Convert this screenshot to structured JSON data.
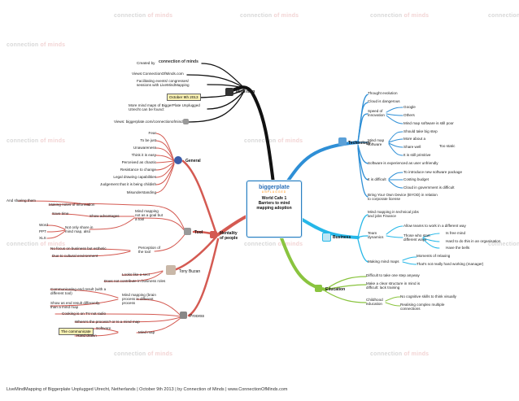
{
  "watermark": {
    "text_a": "connection",
    "text_b": "of minds"
  },
  "center": {
    "logo": "biggerplate",
    "logo_sub": "UNPLUGGED",
    "title1": "World Cafe 1",
    "title2": "Barriers to mind",
    "title3": "mapping adoption"
  },
  "branches": {
    "mindmap": "Mind map",
    "technology": "Technology",
    "business": "Business",
    "education": "Education",
    "general": "General",
    "mentality1": "Mentality",
    "mentality2": "of people",
    "tool": "Tool",
    "tonybuzan": "Tony Buzan",
    "process": "Process"
  },
  "mindmap_items": {
    "created_by": "Created by",
    "logo": "connection of minds",
    "views": "Views:ConnectionOfMinds.com",
    "facilitating1": "Facilitating events/ congresses/",
    "facilitating2": "sessions with LiveMindMapping",
    "date": "October 9th 2013",
    "more1": "More mind maps of BiggerPlate Unplugged",
    "more2": "Utrecht can be found:",
    "views2": "Views: biggerplate.com/connectionofminds"
  },
  "general_items": [
    "Fear",
    "To be just",
    "Unawareness",
    "Think it is easy",
    "Perceived as chaotic",
    "Resistance to change",
    "Legal drawing capabilities",
    "Judgement that it is being childish",
    "Misunderstanding"
  ],
  "tool_items": {
    "andsharing": "And sharing them",
    "making": "Making notes of information",
    "savetime": "Save time",
    "showadv": "Show advantages",
    "notall1": "Mind mapping",
    "notall2": "not as a goal but",
    "notall3": "a tool",
    "word": "Word",
    "ppt": "PPT",
    "xls": "XLS",
    "notonly1": "Not only share in",
    "notonly2": "mind map, also",
    "nofocus": "No focus on business but esthetic",
    "culture": "Due to cultural environment",
    "perception1": "Perception of",
    "perception2": "the tool"
  },
  "buzan_items": {
    "looks": "Looks like a sect",
    "doesnot": "Does not contribute in business roles"
  },
  "process_items": {
    "comm1": "Communicating end result (with a",
    "comm2": "different tool)",
    "show1": "Show as end result differently,",
    "show2": "than a mind map",
    "cooking": "Cooking is on TV not radio",
    "where": "Where's the process? or Is a mind map",
    "mmp1": "Mind mapping (brain",
    "mmp2": "process is different",
    "mmp3": "process",
    "communicate": "The communicate",
    "software": "Software",
    "handdrawn": "Hand drawn",
    "mindmap": "Mind map"
  },
  "technology_items": {
    "evolution": "Thought evolution",
    "cloud": "Cloud is dangerous",
    "speed1": "Speed of",
    "speed2": "innovation",
    "google": "Google",
    "others": "Others",
    "mms": "Mind map software is still poor",
    "should": "Should take big step",
    "mmsw1": "Mind map",
    "mmsw2": "software",
    "moreabout": "More about a",
    "sharewell": "Share well",
    "toostatic": "Too static",
    "primitive": "It is still primitive",
    "software": "Software is experienced as user unfriendly",
    "toointro": "To introduce new software package",
    "costing": "Costing budget",
    "difficult": "It is difficult",
    "cloudgov": "Cloud in government is difficult",
    "byod1": "Bring Your Own Device (BYOD) in relation",
    "byod2": "to corporate license"
  },
  "business_items": {
    "tech1": "Mind mapping in technical jobs",
    "tech2": "and jobs Finance",
    "allow": "Allow teams to work in a different way",
    "team1": "Team",
    "team2": "dynamics",
    "those1": "Those who start",
    "those2": "different ways",
    "isfree": "Is free mind",
    "hard": "Hard to do this in an organisation",
    "bells": "Have the bells",
    "moments": "Moments of relaxing",
    "mmpmaps": "Making mind maps",
    "notreally": "That's not really hard working (manager)"
  },
  "education_items": {
    "takesome": "Difficult to take one step anyway",
    "make1": "Make a clear structure in mind is",
    "make2": "difficult: lack training",
    "child1": "Childhood",
    "child2": "education",
    "nocog": "No cognitive skills to think visually",
    "realise1": "Realising complex multiple",
    "realise2": "connections"
  },
  "footer": "LiveMindMapping of Biggerplate Unplugged Utrecht, Netherlands | October 9th 2013 | by Connection of Minds | www.ConnectionOfMinds.com",
  "colors": {
    "mindmap": "#111111",
    "technology": "#2e8fd6",
    "business": "#25b7e8",
    "education": "#8ac43f",
    "left": "#d45a52"
  }
}
